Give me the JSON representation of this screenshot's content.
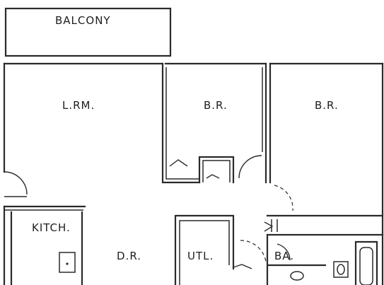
{
  "rooms": {
    "balcony": "BALCONY",
    "living_room": "L.RM.",
    "bedroom_1": "B.R.",
    "bedroom_2": "B.R.",
    "kitchen": "KITCH.",
    "dining_room": "D.R.",
    "utility": "UTL.",
    "bath": "BA."
  },
  "colors": {
    "ink": "#2a2a2a",
    "paper": "#ffffff"
  }
}
